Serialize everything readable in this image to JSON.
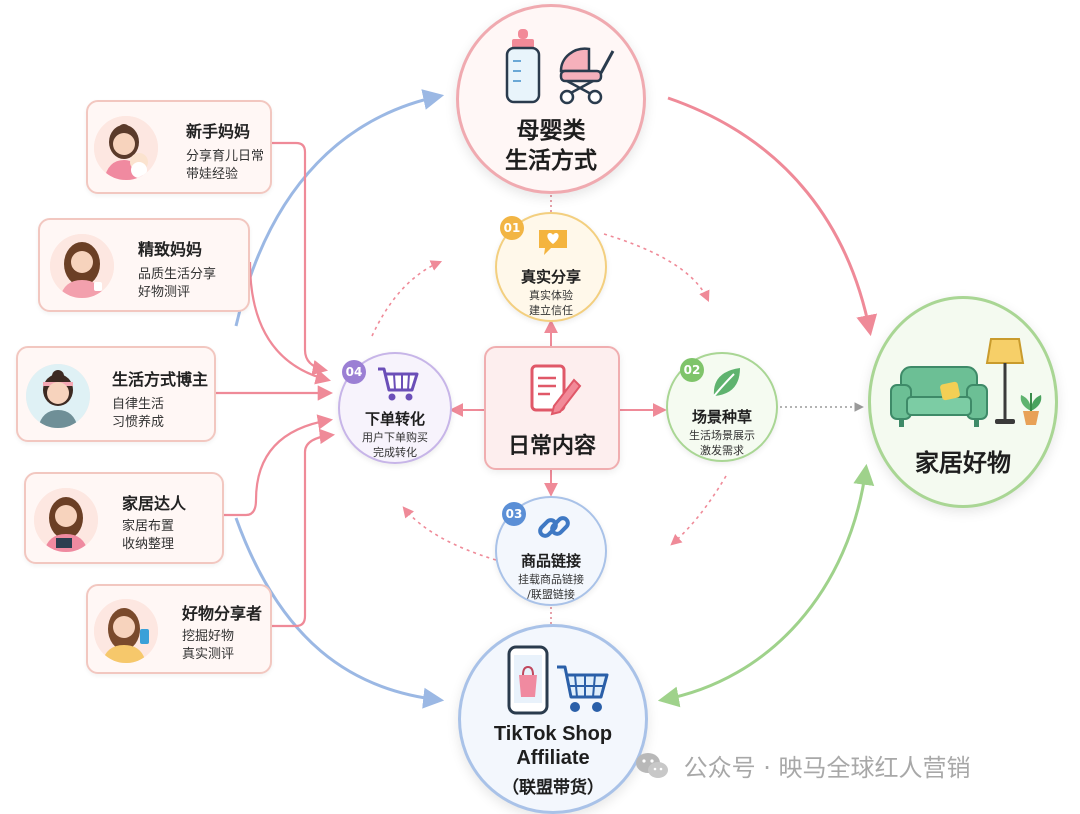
{
  "personas": [
    {
      "name": "新手妈妈",
      "lines": [
        "分享育儿日常",
        "带娃经验"
      ]
    },
    {
      "name": "精致妈妈",
      "lines": [
        "品质生活分享",
        "好物测评"
      ]
    },
    {
      "name": "生活方式博主",
      "lines": [
        "自律生活",
        "习惯养成"
      ]
    },
    {
      "name": "家居达人",
      "lines": [
        "家居布置",
        "收纳整理"
      ]
    },
    {
      "name": "好物分享者",
      "lines": [
        "挖掘好物",
        "真实测评"
      ]
    }
  ],
  "maternal": {
    "title_line1": "母婴类",
    "title_line2": "生活方式"
  },
  "home_goods": {
    "title": "家居好物"
  },
  "tiktok": {
    "line1": "TikTok Shop",
    "line2": "Affiliate",
    "line3": "（联盟带货）"
  },
  "center": {
    "title": "日常内容"
  },
  "steps": [
    {
      "num": "01",
      "title": "真实分享",
      "lines": [
        "真实体验",
        "建立信任"
      ],
      "color": "#f2b544"
    },
    {
      "num": "02",
      "title": "场景种草",
      "lines": [
        "生活场景展示",
        "激发需求"
      ],
      "color": "#7fc46a"
    },
    {
      "num": "03",
      "title": "商品链接",
      "lines": [
        "挂载商品链接",
        "/联盟链接"
      ],
      "color": "#5b8fd6"
    },
    {
      "num": "04",
      "title": "下单转化",
      "lines": [
        "用户下单购买",
        "完成转化"
      ],
      "color": "#9b7fd4"
    }
  ],
  "watermark": {
    "text": "公众号 · 映马全球红人营销"
  },
  "icons": {
    "maternal": [
      "baby-bottle-icon",
      "stroller-icon"
    ],
    "home": [
      "sofa-icon",
      "floor-lamp-icon",
      "plant-icon"
    ],
    "tiktok": [
      "phone-shopping-bag-icon",
      "shopping-cart-icon"
    ],
    "center": "document-pen-icon",
    "steps": [
      "heart-chat-icon",
      "leaf-icon",
      "chain-link-icon",
      "cart-icon"
    ]
  },
  "colors": {
    "pink": "#ef8a98",
    "blue": "#9bb8e4",
    "green": "#9fd28b",
    "card_border": "#f2c7c0"
  }
}
